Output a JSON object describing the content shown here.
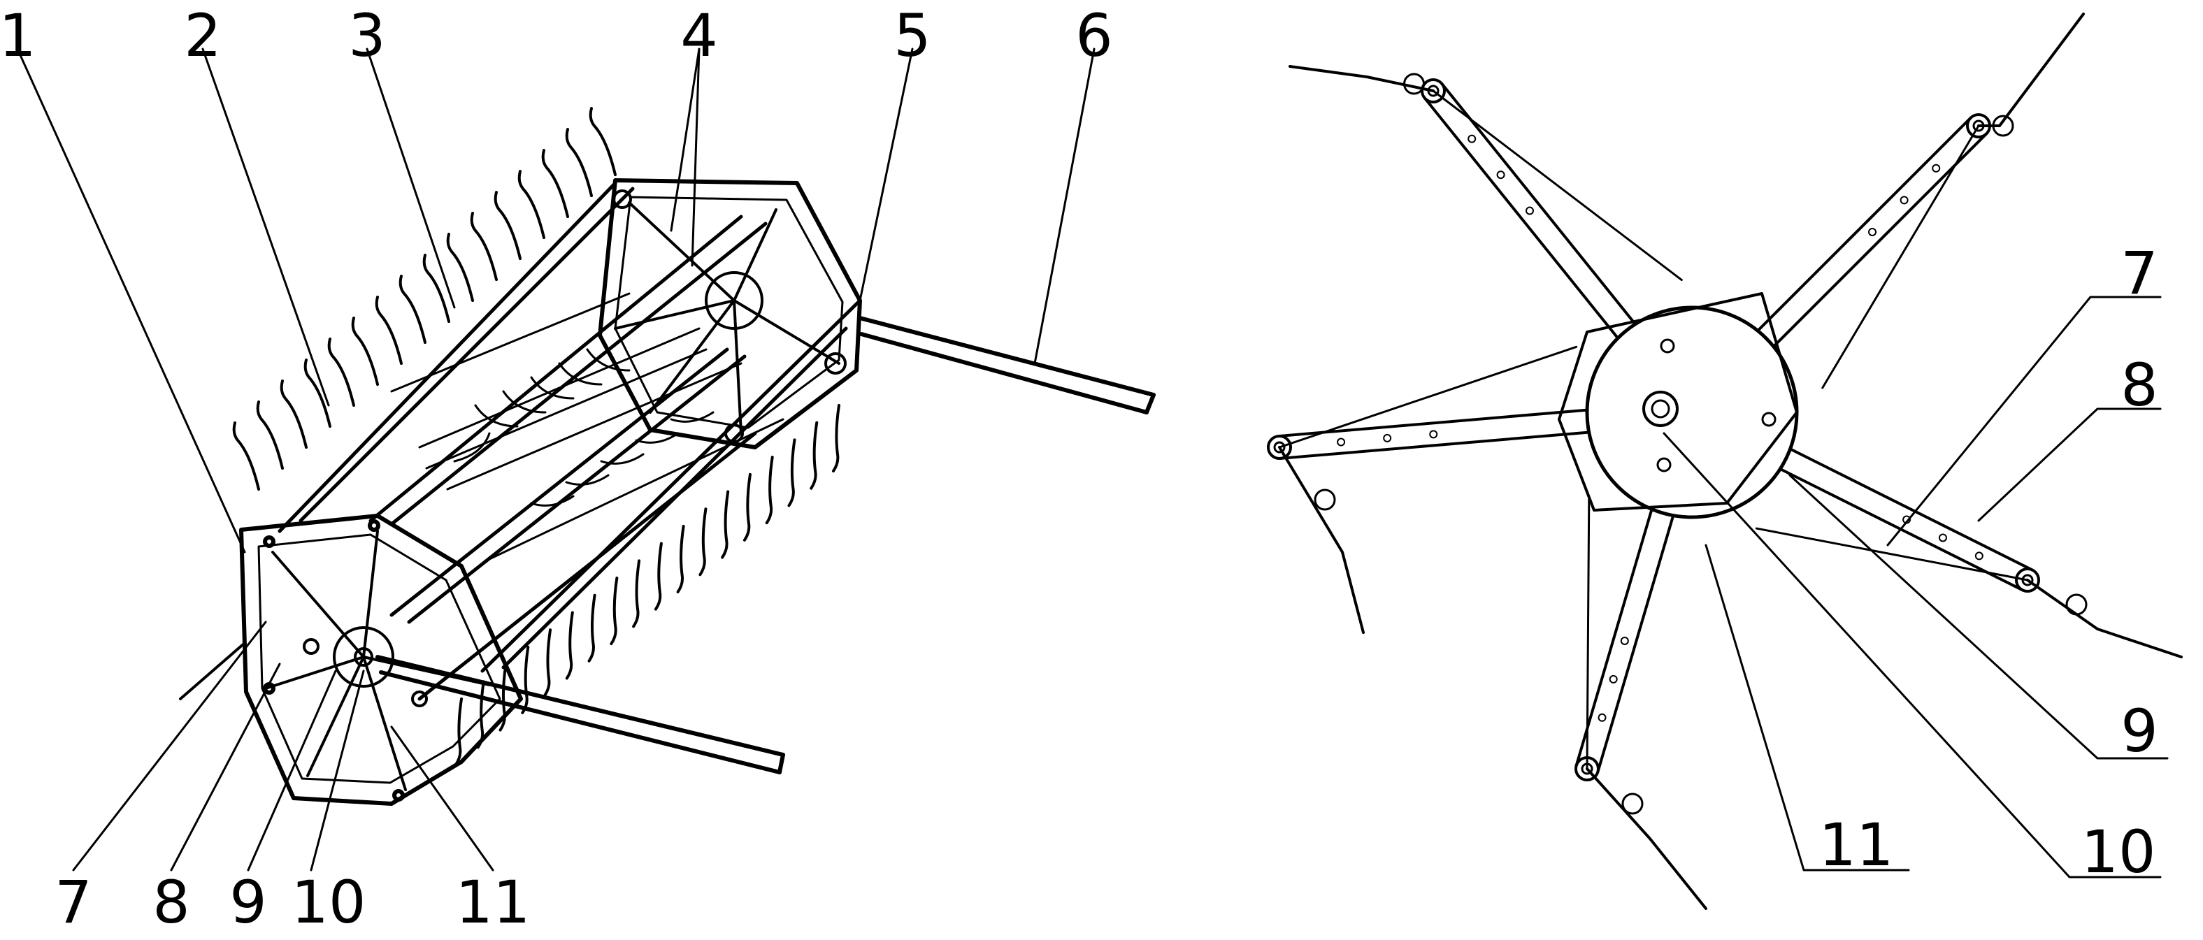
{
  "figure": {
    "left_view": {
      "callouts": [
        "1",
        "2",
        "3",
        "4",
        "5",
        "6",
        "7",
        "8",
        "9",
        "10",
        "11"
      ]
    },
    "right_view": {
      "callouts": [
        "7",
        "8",
        "9",
        "10",
        "11"
      ]
    }
  },
  "colors": {
    "line": "#000000",
    "background": "#ffffff"
  }
}
